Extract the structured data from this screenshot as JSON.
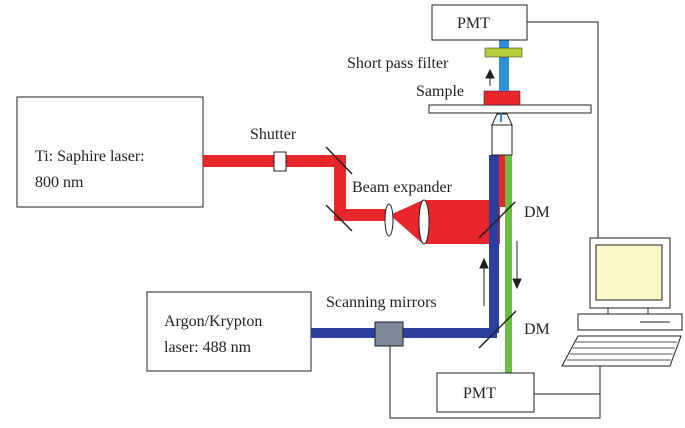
{
  "diagram": {
    "ti_laser": {
      "line1": "Ti: Saphire laser:",
      "line2": "800 nm"
    },
    "argon_laser": {
      "line1": "Argon/Krypton",
      "line2": "laser: 488 nm"
    },
    "pmt_top": "PMT",
    "pmt_bottom": "PMT",
    "labels": {
      "shutter": "Shutter",
      "beam_expander": "Beam expander",
      "dm_upper": "DM",
      "dm_lower": "DM",
      "scanning_mirrors": "Scanning mirrors",
      "short_pass_filter": "Short pass filter",
      "sample": "Sample"
    },
    "colors": {
      "ir_beam": "#e8262b",
      "blue_beam": "#2b3f9c",
      "green_beam": "#6abd45",
      "filter": "#b5cf3a",
      "sample": "#e8262b",
      "excitation_blue": "#2f8fd6",
      "scanner": "#7d8a99",
      "monitor_screen": "#fbf8c8",
      "lines": "#231f20"
    }
  }
}
